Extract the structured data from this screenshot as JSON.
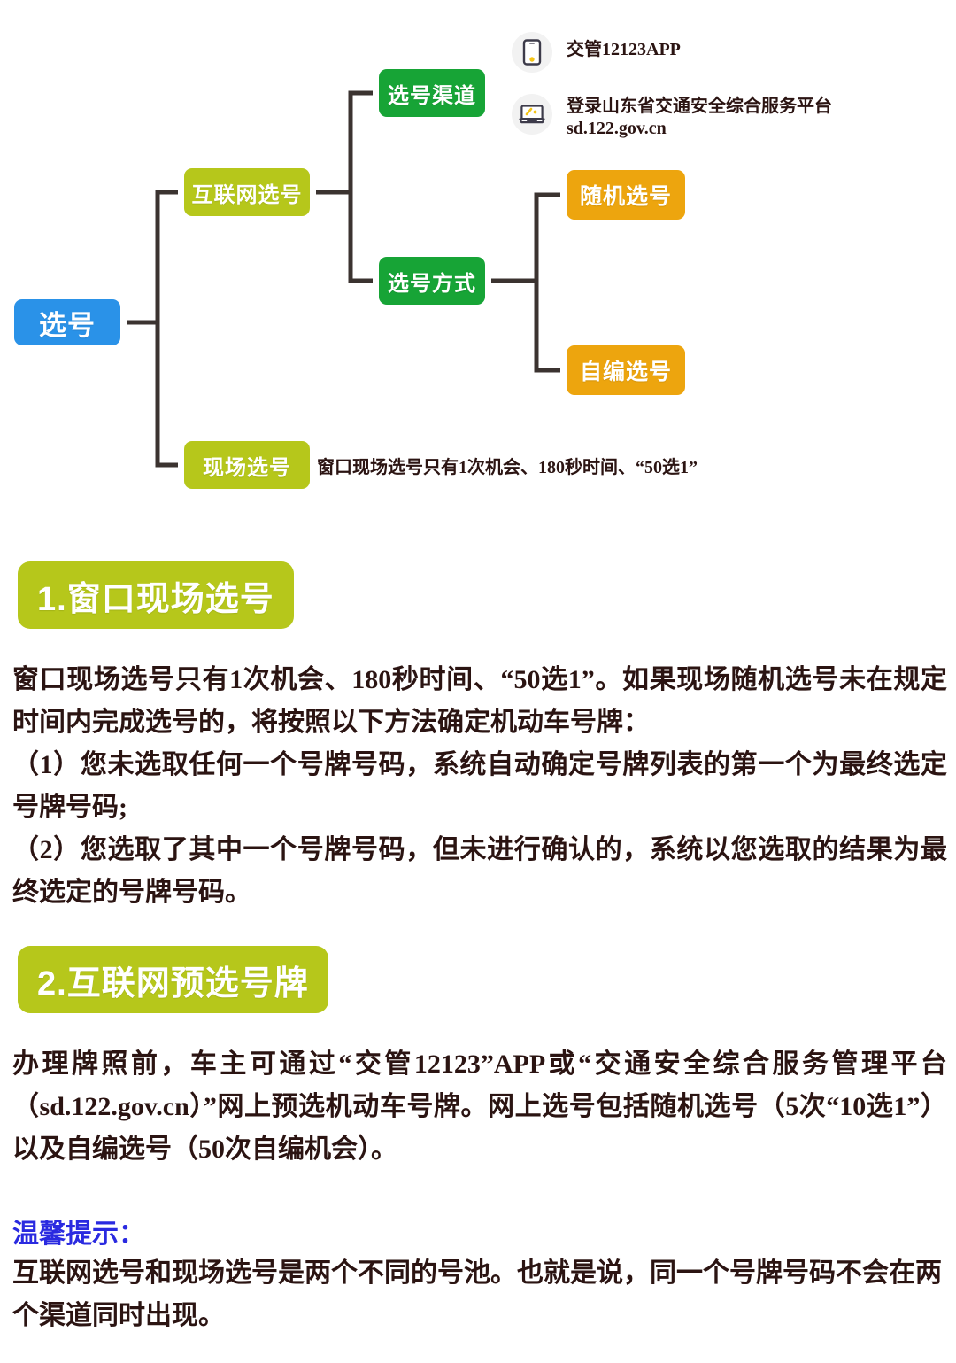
{
  "flowchart": {
    "nodes": {
      "root": "选号",
      "internet": "互联网选号",
      "onsite": "现场选号",
      "channel": "选号渠道",
      "method": "选号方式",
      "random": "随机选号",
      "custom": "自编选号"
    },
    "channel_details": [
      {
        "icon": "phone-icon",
        "text": "交管12123APP"
      },
      {
        "icon": "laptop-icon",
        "text": "登录山东省交通安全综合服务平台\nsd.122.gov.cn"
      }
    ],
    "onsite_note": "窗口现场选号只有1次机会、180秒时间、“50选1”",
    "colors": {
      "root": "#2a92e8",
      "olive": "#b6c71b",
      "green": "#17a436",
      "orange": "#eda50e",
      "connector": "#3b3330"
    }
  },
  "sections": [
    {
      "header": "1.窗口现场选号",
      "body": "窗口现场选号只有1次机会、180秒时间、“50选1”。如果现场随机选号未在规定时间内完成选号的，将按照以下方法确定机动车号牌：\n（1）您未选取任何一个号牌号码，系统自动确定号牌列表的第一个为最终选定号牌号码;\n（2）您选取了其中一个号牌号码，但未进行确认的，系统以您选取的结果为最终选定的号牌号码。"
    },
    {
      "header": "2.互联网预选号牌",
      "body": "办理牌照前，车主可通过“交管12123”APP或“交通安全综合服务管理平台（sd.122.gov.cn）”网上预选机动车号牌。网上选号包括随机选号（5次“10选1”）以及自编选号（50次自编机会）。"
    }
  ],
  "tip": {
    "title": "温馨提示：",
    "title_color": "#2a2ae0",
    "body": "互联网选号和现场选号是两个不同的号池。也就是说，同一个号牌号码不会在两个渠道同时出现。"
  }
}
